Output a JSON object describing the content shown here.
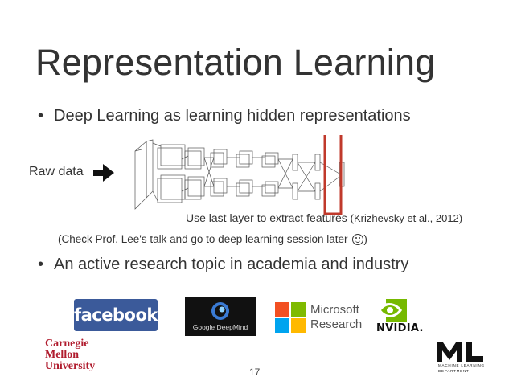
{
  "slide": {
    "title": "Representation Learning",
    "bullets": [
      "Deep Learning as learning hidden representations",
      "An active research topic in academia and industry"
    ],
    "bullet_glyph": "•",
    "raw_data_label": "Raw data",
    "caption": "Use last layer to extract features",
    "citation": "(Krizhevsky et al., 2012)",
    "note_prefix": "(Check Prof. Lee's talk and go to deep learning session later",
    "note_suffix": ")",
    "page_number": "17"
  },
  "logos": {
    "facebook": "facebook.",
    "deepmind": "Google DeepMind",
    "microsoft_line1": "Microsoft",
    "microsoft_line2": "Research",
    "nvidia": "NVIDIA.",
    "cmu_line1": "Carnegie",
    "cmu_line2": "Mellon",
    "cmu_line3": "University",
    "ml_sub1": "MACHINE LEARNING",
    "ml_sub2": "DEPARTMENT"
  },
  "colors": {
    "highlight_box": "#c0392b",
    "facebook_blue": "#3b5a9a",
    "nvidia_green": "#76b900",
    "cmu_red": "#b01c2e",
    "ms_red": "#f25022",
    "ms_green": "#7fba00",
    "ms_blue": "#00a4ef",
    "ms_yellow": "#ffb900"
  },
  "icons": {
    "arrow": "arrow-right-icon",
    "smiley": "smiley-icon"
  }
}
